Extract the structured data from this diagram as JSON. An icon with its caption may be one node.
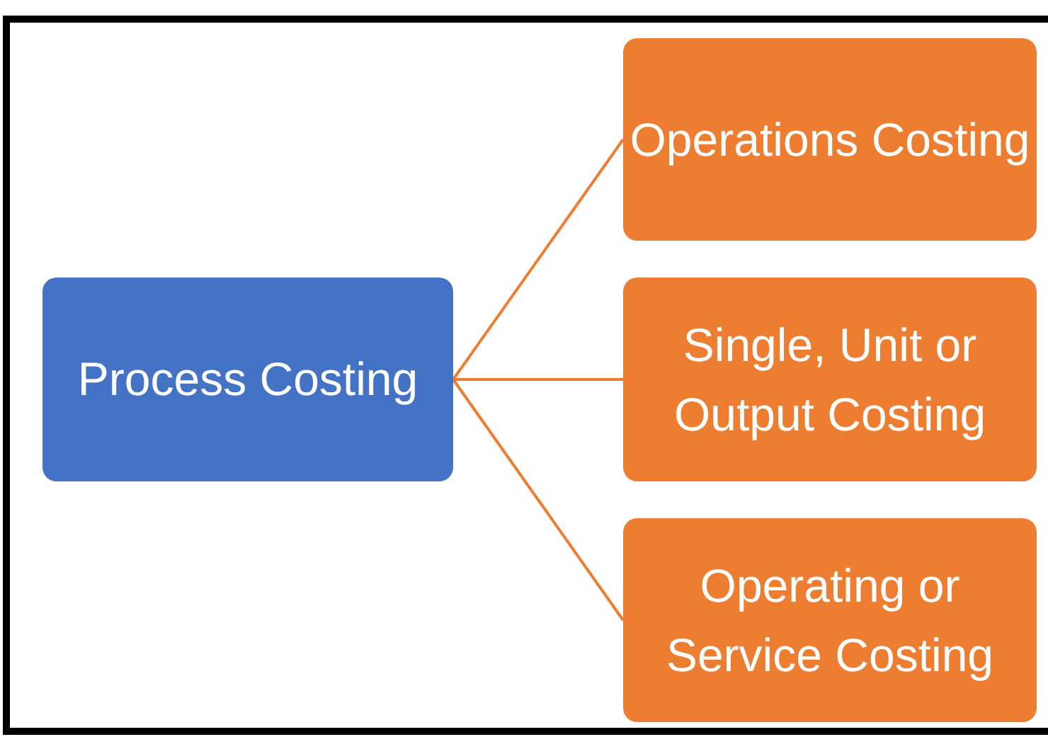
{
  "diagram": {
    "nodes": [
      {
        "text": [
          "Process Costing"
        ]
      },
      {
        "text": [
          "Operations Costing"
        ]
      },
      {
        "text": [
          "Single, Unit or Output Costing"
        ]
      },
      {
        "text": [
          "Operating or Service Costing"
        ]
      }
    ],
    "edges": [
      {
        "from": 0,
        "to": 1,
        "arrow": "none"
      },
      {
        "from": 0,
        "to": 2,
        "arrow": "none"
      },
      {
        "from": 0,
        "to": 3,
        "arrow": "none"
      }
    ]
  }
}
